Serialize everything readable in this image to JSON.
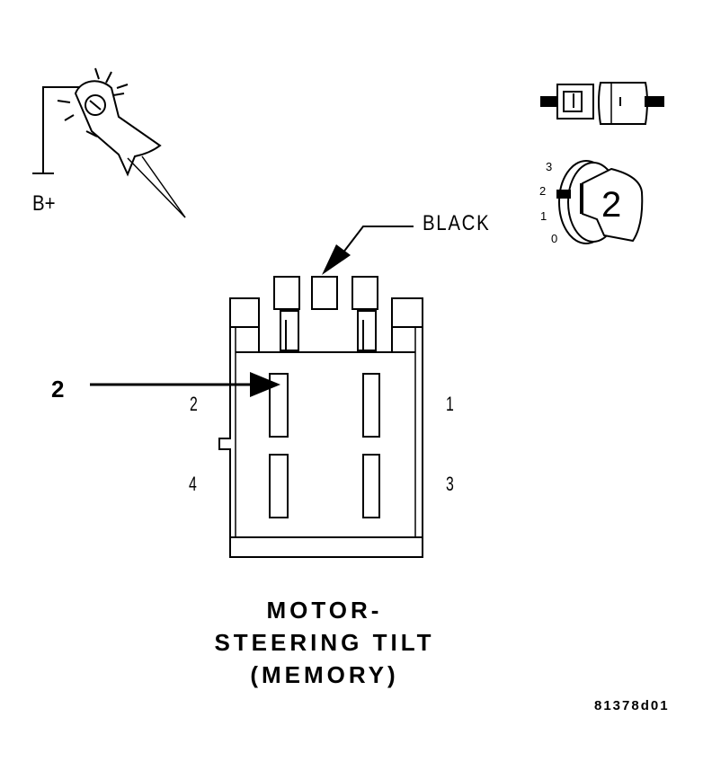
{
  "figure_id": "81378d01",
  "callout": "2",
  "wire_label": "BLACK",
  "power_label": "B+",
  "title_lines": [
    "MOTOR-",
    "STEERING TILT",
    "(MEMORY)"
  ],
  "pins": [
    "2",
    "1",
    "4",
    "3"
  ],
  "key_positions": [
    "3",
    "2",
    "1",
    "0"
  ],
  "key_selected": "2"
}
